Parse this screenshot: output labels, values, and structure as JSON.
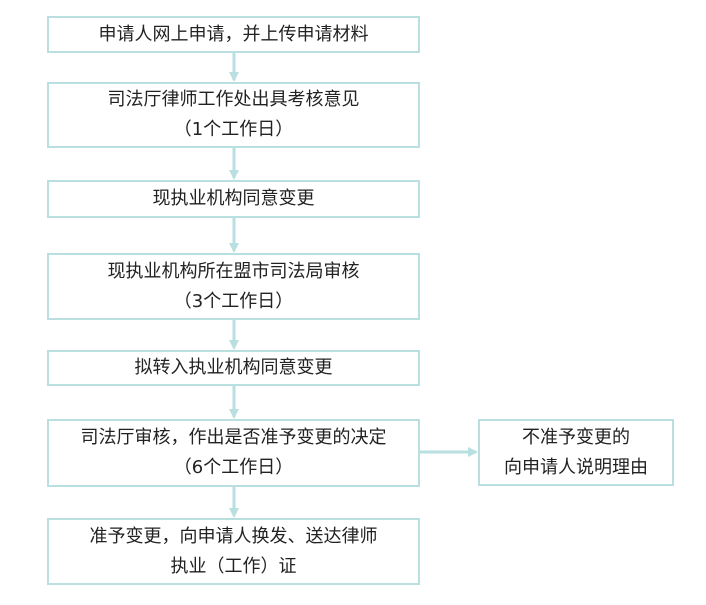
{
  "diagram": {
    "steps": [
      {
        "lines": [
          "申请人网上申请，并上传申请材料"
        ]
      },
      {
        "lines": [
          "司法厅律师工作处出具考核意见",
          "（1个工作日）"
        ]
      },
      {
        "lines": [
          "现执业机构同意变更"
        ]
      },
      {
        "lines": [
          "现执业机构所在盟市司法局审核",
          "（3个工作日）"
        ]
      },
      {
        "lines": [
          "拟转入执业机构同意变更"
        ]
      },
      {
        "lines": [
          "司法厅审核，作出是否准予变更的决定",
          "（6个工作日）"
        ]
      },
      {
        "lines": [
          "准予变更，向申请人换发、送达律师",
          "执业（工作）证"
        ]
      }
    ],
    "side_box": {
      "lines": [
        "不准予变更的",
        "向申请人说明理由"
      ]
    }
  },
  "colors": {
    "box_border": "#b9dfe1",
    "arrow": "#b9dfe1",
    "text": "#222222"
  }
}
